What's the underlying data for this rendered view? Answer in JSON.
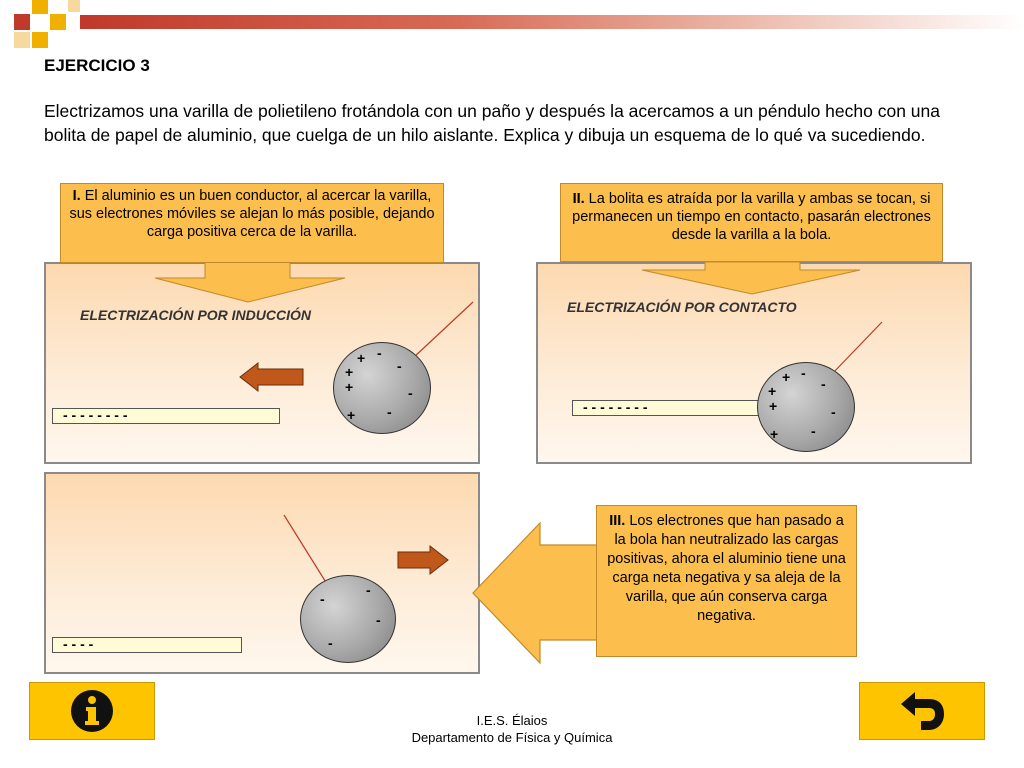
{
  "title": "EJERCICIO 3",
  "intro": "Electrizamos una varilla de polietileno frotándola con un paño y después la acercamos a un péndulo hecho con una bolita de papel de aluminio, que cuelga de un hilo aislante. Explica y dibuja un esquema de lo qué va sucediendo.",
  "step1": {
    "num": "I.",
    "text": " El aluminio es un buen conductor, al acercar la varilla, sus electrones móviles se alejan lo más posible, dejando carga positiva cerca de la varilla.",
    "panel_title": "ELECTRIZACIÓN POR INDUCCIÓN",
    "rod_charges": "-  -    -    -    -    -  -  -"
  },
  "step2": {
    "num": "II.",
    "text": " La bolita es atraída por la varilla y ambas se tocan, si permanecen un tiempo en contacto, pasarán electrones desde la varilla a la bola.",
    "panel_title": "ELECTRIZACIÓN POR CONTACTO",
    "rod_charges": "-  -    -    -    -   -  -  -"
  },
  "step3": {
    "num": "III.",
    "text": " Los electrones que han pasado a la bola han neutralizado las cargas positivas, ahora el aluminio tiene una carga neta negativa y sa aleja de la varilla, que aún conserva carga negativa.",
    "rod_charges": "-      -         -         -"
  },
  "charges": {
    "plus": "+",
    "minus": "-"
  },
  "buttons": {
    "info_icon": "info-icon",
    "return_icon": "return-icon"
  },
  "footer": {
    "line1": "I.E.S. Élaios",
    "line2": "Departamento de Física y Química"
  },
  "colors": {
    "accent": "#c0392b",
    "callout": "#fcbf4e",
    "button": "#ffc400",
    "arrow_brown": "#c0571b"
  }
}
